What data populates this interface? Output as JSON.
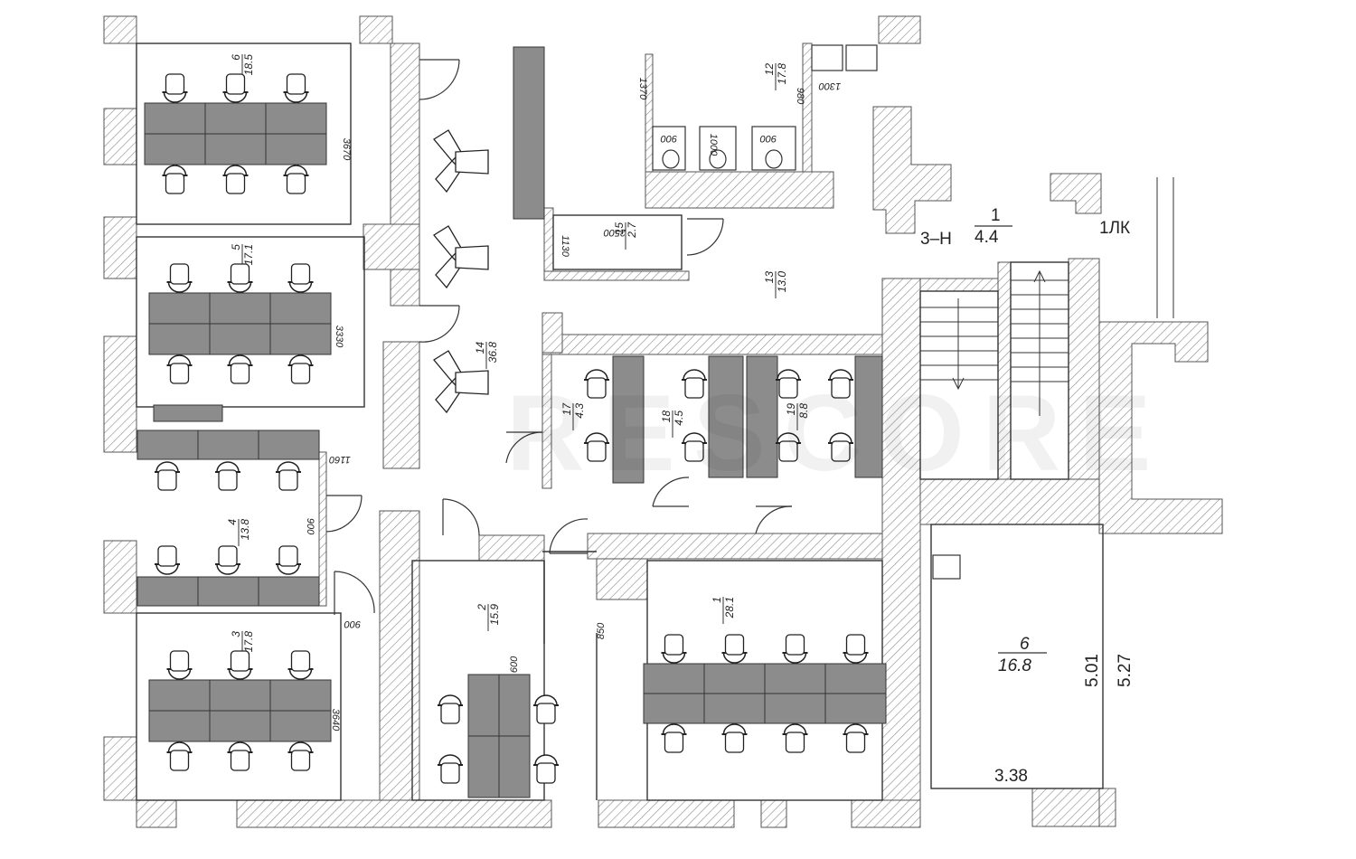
{
  "plan": {
    "rooms": [
      {
        "num": "1",
        "area": "28.1"
      },
      {
        "num": "2",
        "area": "15.9"
      },
      {
        "num": "3",
        "area": "17.8"
      },
      {
        "num": "4",
        "area": "13.8"
      },
      {
        "num": "5",
        "area": "17.1"
      },
      {
        "num": "6",
        "area": "18.5"
      },
      {
        "num": "12",
        "area": "17.8"
      },
      {
        "num": "13",
        "area": "13.0"
      },
      {
        "num": "14",
        "area": "36.8"
      },
      {
        "num": "15",
        "area": "2.7"
      },
      {
        "num": "17",
        "area": "4.3"
      },
      {
        "num": "18",
        "area": "4.5"
      },
      {
        "num": "19",
        "area": "8.8"
      },
      {
        "num": "6",
        "area": "16.8"
      }
    ],
    "dimensions": [
      "3670",
      "3330",
      "1160",
      "900",
      "900",
      "3640",
      "600",
      "850",
      "1370",
      "980",
      "1300",
      "900",
      "1000",
      "900",
      "2500",
      "1130"
    ],
    "markers": {
      "stair_num": "1",
      "stair_area": "4.4",
      "stair_code": "3–Н",
      "lk": "1ЛК"
    },
    "side_dims": [
      "5.01",
      "5.27",
      "3.38"
    ],
    "watermark": "RESCORE",
    "colors": {
      "wall": "#6a6a6a",
      "hatch": "#8a8a8a",
      "desk": "#8c8c8c",
      "line": "#333333"
    }
  }
}
